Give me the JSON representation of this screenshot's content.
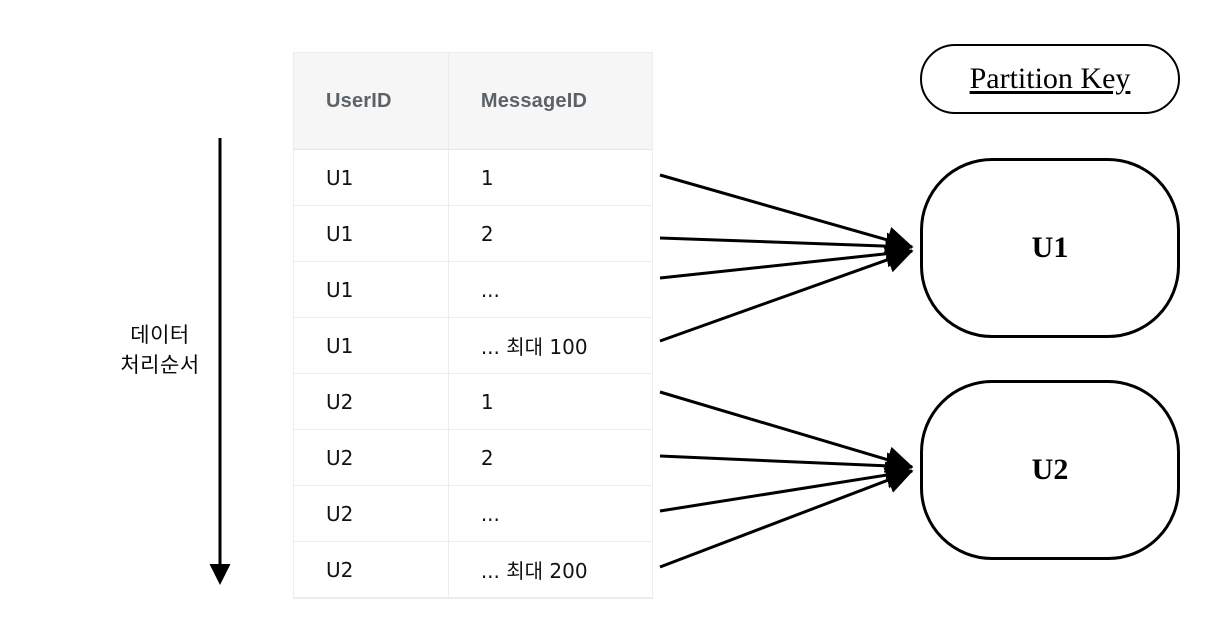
{
  "diagram": {
    "title": "Partition key message distribution diagram",
    "background": "#ffffff",
    "line_color": "#000000"
  },
  "flow_arrow": {
    "label": "데이터\n처리순서",
    "direction": "down",
    "icon": "down-arrow-icon"
  },
  "table": {
    "columns": [
      "UserID",
      "MessageID"
    ],
    "rows": [
      {
        "user_id": "U1",
        "message_id": "1"
      },
      {
        "user_id": "U1",
        "message_id": "2"
      },
      {
        "user_id": "U1",
        "message_id": "..."
      },
      {
        "user_id": "U1",
        "message_id": "... 최대 100"
      },
      {
        "user_id": "U2",
        "message_id": "1"
      },
      {
        "user_id": "U2",
        "message_id": "2"
      },
      {
        "user_id": "U2",
        "message_id": "..."
      },
      {
        "user_id": "U2",
        "message_id": "... 최대 200"
      }
    ],
    "header_background": "#f6f6f7",
    "header_text_color": "#5b6268",
    "border_color": "#ebecec"
  },
  "legend": {
    "partition_key_label": "Partition Key"
  },
  "partitions": [
    {
      "label": "U1"
    },
    {
      "label": "U2"
    }
  ]
}
